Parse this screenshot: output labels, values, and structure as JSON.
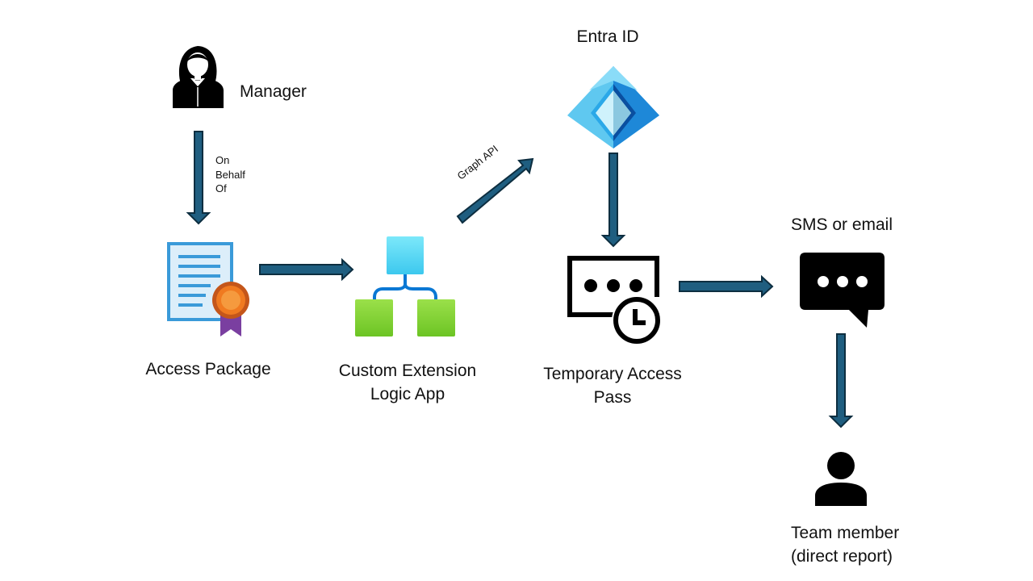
{
  "nodes": {
    "manager": {
      "label": "Manager",
      "icon": "manager-person-icon"
    },
    "entra": {
      "label": "Entra ID",
      "icon": "entra-id-diamond-icon"
    },
    "access_package": {
      "label": "Access Package",
      "icon": "certificate-icon"
    },
    "logic_app": {
      "label_line1": "Custom Extension",
      "label_line2": "Logic App",
      "icon": "logic-app-icon"
    },
    "tap": {
      "label_line1": "Temporary Access",
      "label_line2": "Pass",
      "icon": "password-clock-icon"
    },
    "sms": {
      "label": "SMS or email",
      "icon": "chat-bubble-icon"
    },
    "team_member": {
      "label_line1": "Team member",
      "label_line2": "(direct report)",
      "icon": "person-icon"
    }
  },
  "edges": {
    "on_behalf_of": [
      "On",
      "Behalf",
      "Of"
    ],
    "graph_api": "Graph API"
  },
  "colors": {
    "arrow_fill": "#1F5E80",
    "arrow_stroke": "#0D2E40",
    "logic_top": "#5EE0F5",
    "logic_green": "#86D633",
    "logic_connector": "#0A78D4",
    "entra_light": "#5FC8F0",
    "entra_dark": "#0A4FA0",
    "badge_orange": "#F07A20",
    "ribbon_purple": "#7A3FA0",
    "document_blue": "#3A9AD9"
  }
}
